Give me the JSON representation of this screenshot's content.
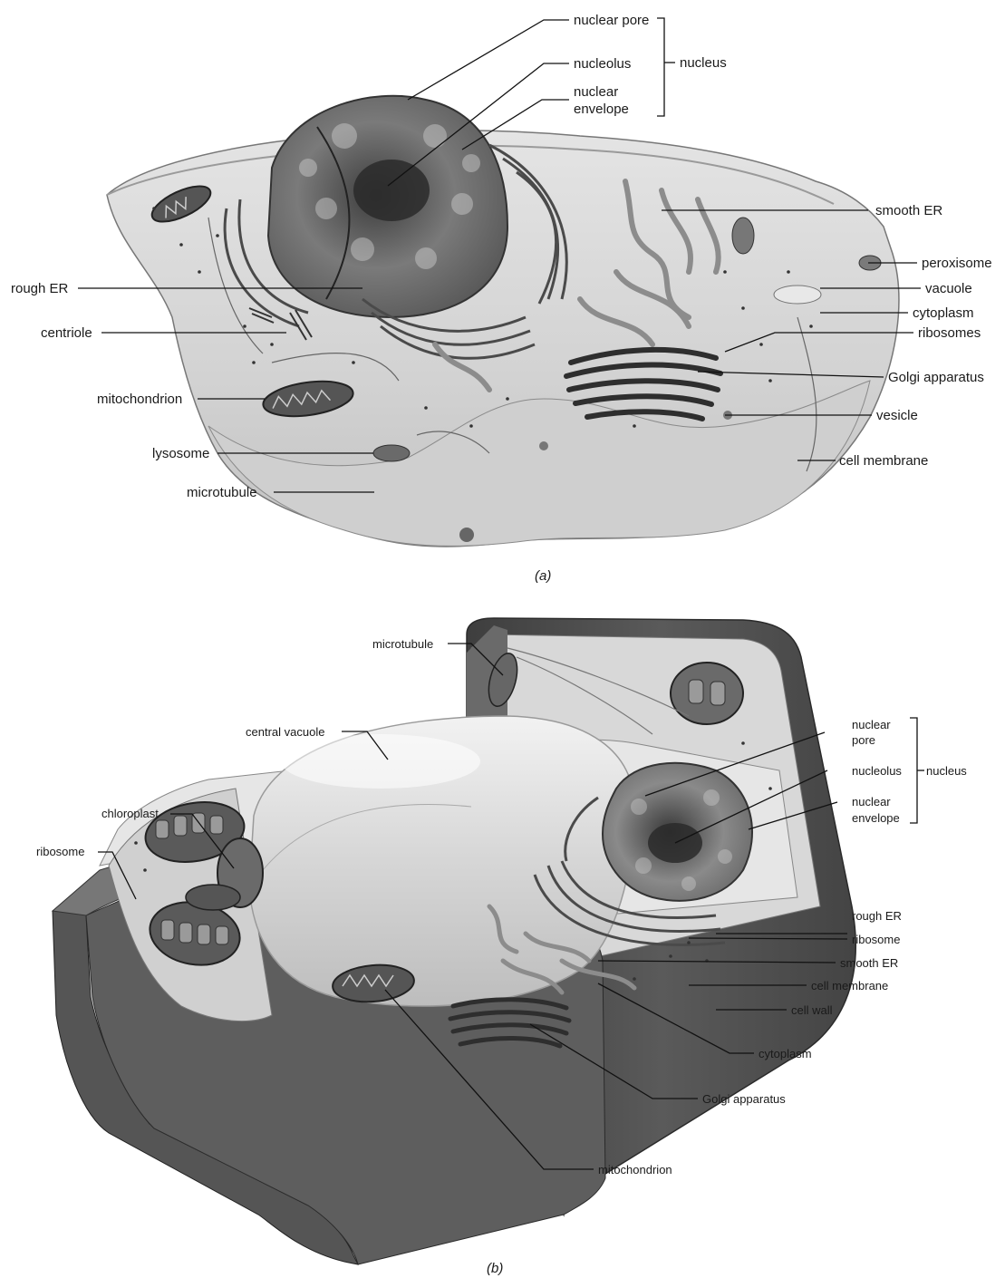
{
  "panel_a": {
    "caption": "(a)",
    "labels": {
      "nuclear_pore": "nuclear pore",
      "nucleolus": "nucleolus",
      "nuclear_envelope_1": "nuclear",
      "nuclear_envelope_2": "envelope",
      "nucleus": "nucleus",
      "smooth_er": "smooth ER",
      "peroxisome": "peroxisome",
      "vacuole": "vacuole",
      "cytoplasm": "cytoplasm",
      "ribosomes": "ribosomes",
      "golgi": "Golgi apparatus",
      "vesicle": "vesicle",
      "cell_membrane": "cell membrane",
      "rough_er": "rough ER",
      "centriole": "centriole",
      "mitochondrion": "mitochondrion",
      "lysosome": "lysosome",
      "microtubule": "microtubule"
    }
  },
  "panel_b": {
    "caption": "(b)",
    "labels": {
      "microtubule": "microtubule",
      "central_vacuole": "central vacuole",
      "chloroplast": "chloroplast",
      "ribosome_left": "ribosome",
      "nuclear_pore_1": "nuclear",
      "nuclear_pore_2": "pore",
      "nucleolus": "nucleolus",
      "nucleus": "nucleus",
      "nuclear_envelope_1": "nuclear",
      "nuclear_envelope_2": "envelope",
      "rough_er": "rough ER",
      "ribosome_right": "ribosome",
      "smooth_er": "smooth ER",
      "cell_membrane": "cell membrane",
      "cell_wall": "cell wall",
      "cytoplasm": "cytoplasm",
      "golgi": "Golgi apparatus",
      "mitochondrion": "mitochondrion"
    }
  },
  "colors": {
    "ink": "#1a1a1a",
    "cell_light": "#dcdcdc",
    "cell_mid": "#a8a8a8",
    "cell_dark": "#5a5a5a",
    "wall": "#4a4a4a"
  }
}
